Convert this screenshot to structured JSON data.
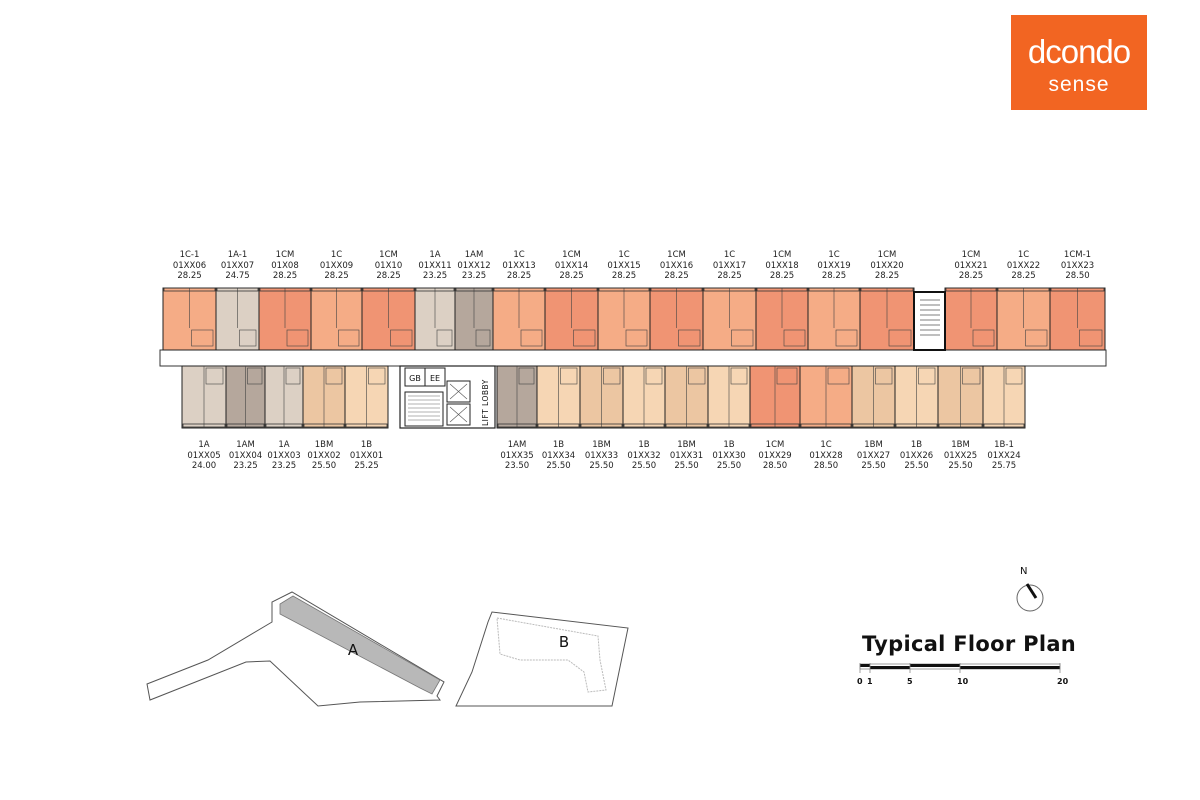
{
  "logo": {
    "line1": "dcondo",
    "line2": "sense",
    "color": "#f26522"
  },
  "unit_colors": {
    "1C": "#f5ac86",
    "1C-1": "#f5ac86",
    "1CM": "#f09473",
    "1CM-1": "#f09473",
    "1A": "#dcd0c4",
    "1A-1": "#dcd0c4",
    "1AM": "#b5a79c",
    "1B": "#f6d6b4",
    "1B-1": "#f6d6b4",
    "1BM": "#ecc6a2"
  },
  "north_units": [
    {
      "type": "1C-1",
      "id": "01XX06",
      "area": "28.25"
    },
    {
      "type": "1A-1",
      "id": "01XX07",
      "area": "24.75"
    },
    {
      "type": "1CM",
      "id": "01X08",
      "area": "28.25"
    },
    {
      "type": "1C",
      "id": "01XX09",
      "area": "28.25"
    },
    {
      "type": "1CM",
      "id": "01X10",
      "area": "28.25"
    },
    {
      "type": "1A",
      "id": "01XX11",
      "area": "23.25"
    },
    {
      "type": "1AM",
      "id": "01XX12",
      "area": "23.25"
    },
    {
      "type": "1C",
      "id": "01XX13",
      "area": "28.25"
    },
    {
      "type": "1CM",
      "id": "01XX14",
      "area": "28.25"
    },
    {
      "type": "1C",
      "id": "01XX15",
      "area": "28.25"
    },
    {
      "type": "1CM",
      "id": "01XX16",
      "area": "28.25"
    },
    {
      "type": "1C",
      "id": "01XX17",
      "area": "28.25"
    },
    {
      "type": "1CM",
      "id": "01XX18",
      "area": "28.25"
    },
    {
      "type": "1C",
      "id": "01XX19",
      "area": "28.25"
    },
    {
      "type": "1CM",
      "id": "01XX20",
      "area": "28.25"
    },
    {
      "type": "1CM",
      "id": "01XX21",
      "area": "28.25"
    },
    {
      "type": "1C",
      "id": "01XX22",
      "area": "28.25"
    },
    {
      "type": "1CM-1",
      "id": "01XX23",
      "area": "28.50"
    }
  ],
  "south_units": [
    {
      "type": "1A",
      "id": "01XX05",
      "area": "24.00"
    },
    {
      "type": "1AM",
      "id": "01XX04",
      "area": "23.25"
    },
    {
      "type": "1A",
      "id": "01XX03",
      "area": "23.25"
    },
    {
      "type": "1BM",
      "id": "01XX02",
      "area": "25.50"
    },
    {
      "type": "1B",
      "id": "01XX01",
      "area": "25.25"
    },
    {
      "type": "1AM",
      "id": "01XX35",
      "area": "23.50"
    },
    {
      "type": "1B",
      "id": "01XX34",
      "area": "25.50"
    },
    {
      "type": "1BM",
      "id": "01XX33",
      "area": "25.50"
    },
    {
      "type": "1B",
      "id": "01XX32",
      "area": "25.50"
    },
    {
      "type": "1BM",
      "id": "01XX31",
      "area": "25.50"
    },
    {
      "type": "1B",
      "id": "01XX30",
      "area": "25.50"
    },
    {
      "type": "1CM",
      "id": "01XX29",
      "area": "28.50"
    },
    {
      "type": "1C",
      "id": "01XX28",
      "area": "28.50"
    },
    {
      "type": "1BM",
      "id": "01XX27",
      "area": "25.50"
    },
    {
      "type": "1B",
      "id": "01XX26",
      "area": "25.50"
    },
    {
      "type": "1BM",
      "id": "01XX25",
      "area": "25.50"
    },
    {
      "type": "1B-1",
      "id": "01XX24",
      "area": "25.75"
    }
  ],
  "core": {
    "gb": "GB",
    "ee": "EE",
    "lift_lobby": "LIFT LOBBY"
  },
  "site_plan": {
    "building_a": "A",
    "building_b": "B"
  },
  "compass": {
    "north": "N"
  },
  "title": "Typical Floor Plan",
  "scale_bar": {
    "ticks": [
      "0",
      "1",
      "5",
      "10",
      "20"
    ],
    "unit_values": [
      0,
      1,
      5,
      10,
      20
    ]
  }
}
